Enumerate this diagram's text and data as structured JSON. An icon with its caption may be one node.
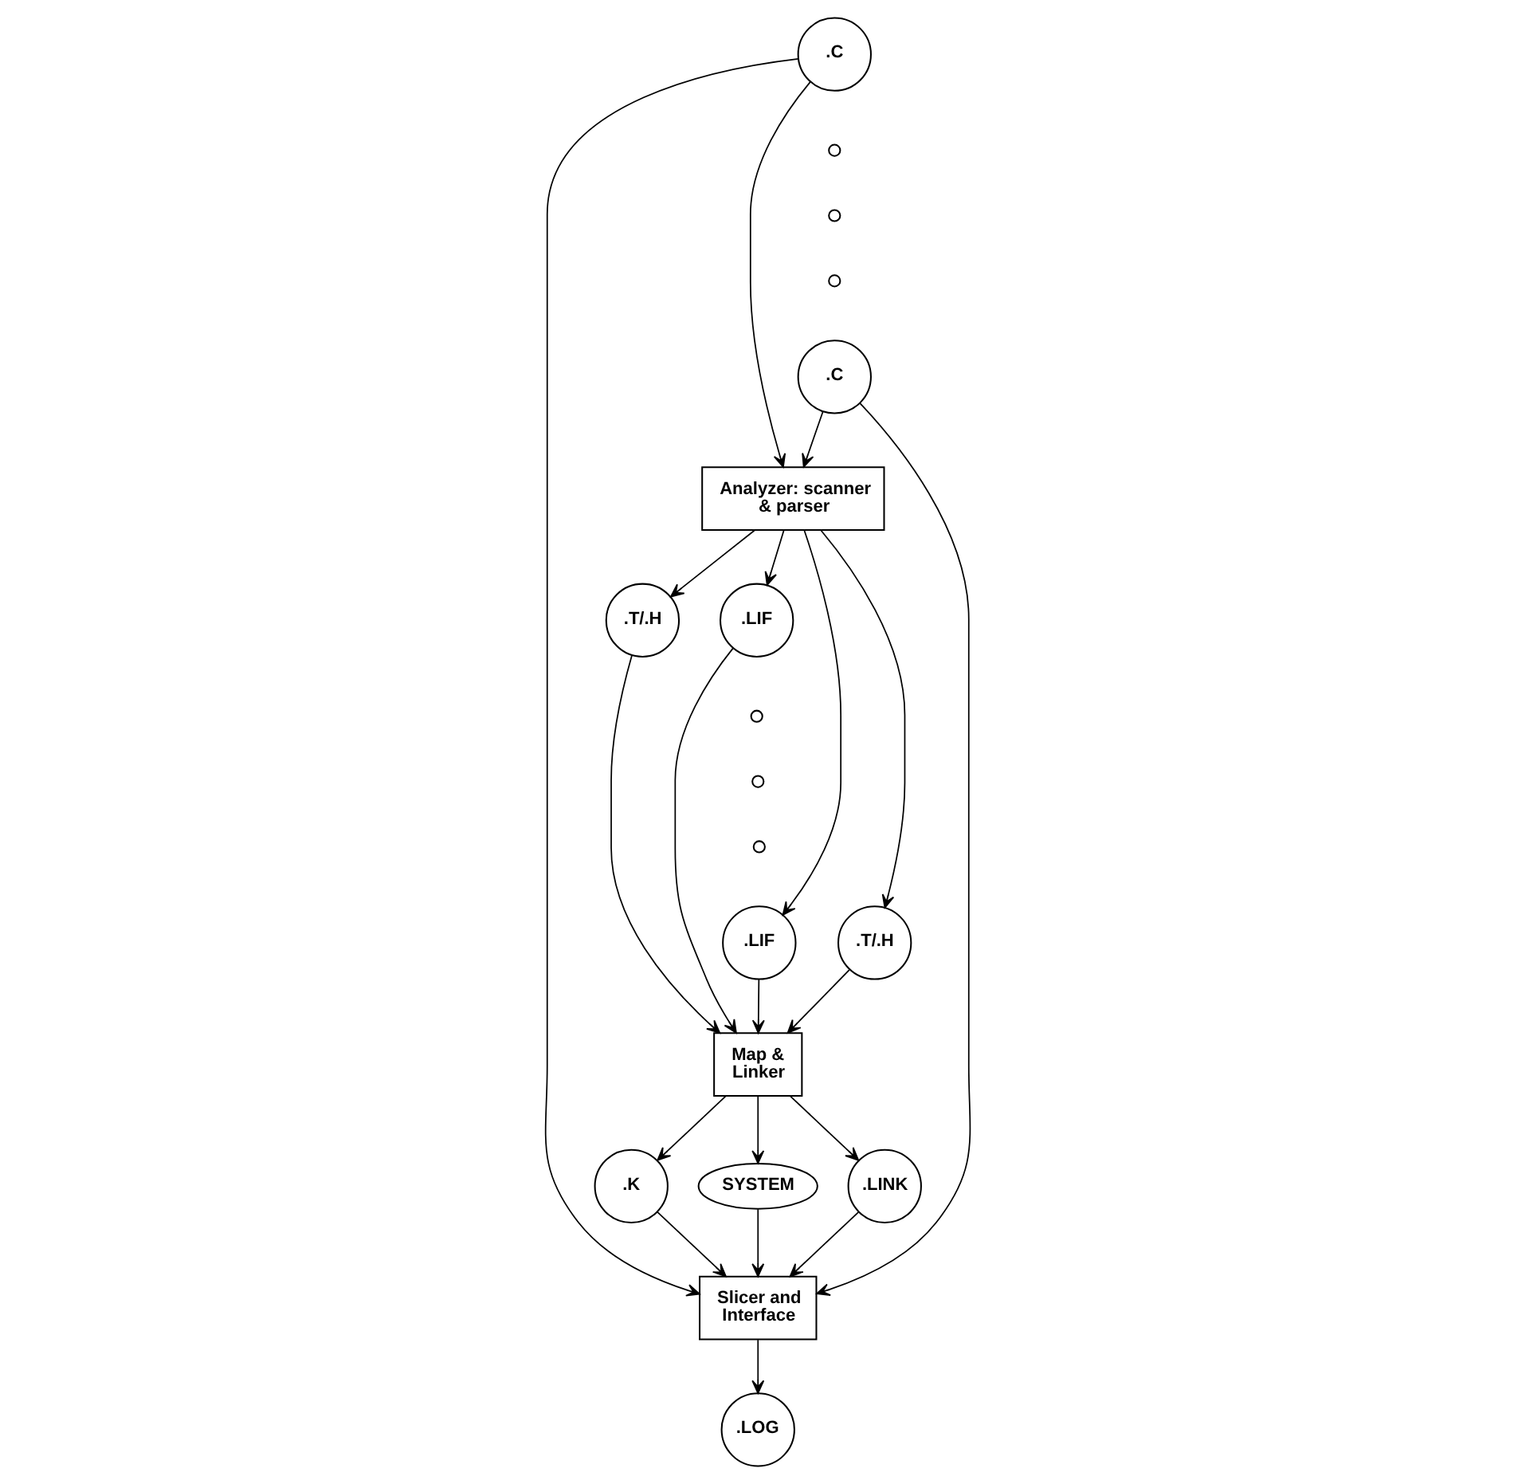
{
  "diagram": {
    "nodes": [
      {
        "text": [
          ".C"
        ]
      },
      {
        "text": [
          ".C"
        ]
      },
      {
        "text": [
          "Analyzer: scanner & parser"
        ]
      },
      {
        "text": [
          ".LIF"
        ]
      },
      {
        "text": [
          ".T/.H"
        ]
      },
      {
        "text": [
          ".LIF"
        ]
      },
      {
        "text": [
          ".T/.H"
        ]
      },
      {
        "text": [
          "Map & Linker"
        ]
      },
      {
        "text": [
          "SYSTEM"
        ]
      },
      {
        "text": [
          ".LINK"
        ]
      },
      {
        "text": [
          ".K"
        ]
      },
      {
        "text": [
          "Slicer and Interface"
        ]
      },
      {
        "text": [
          ".LOG"
        ]
      },
      {
        "text": [],
        "shape": "circle"
      },
      {
        "text": [],
        "shape": "circle"
      },
      {
        "text": [],
        "shape": "circle"
      },
      {
        "text": [],
        "shape": "circle"
      },
      {
        "text": [],
        "shape": "circle"
      },
      {
        "text": [],
        "shape": "circle"
      }
    ],
    "edges": [
      {
        "from": 0,
        "to": 2,
        "arrow": "to"
      },
      {
        "from": 1,
        "to": 2,
        "arrow": "to"
      },
      {
        "from": 0,
        "to": 11,
        "arrow": "to"
      },
      {
        "from": 1,
        "to": 11,
        "arrow": "to"
      },
      {
        "from": 2,
        "to": 3,
        "arrow": "to"
      },
      {
        "from": 2,
        "to": 4,
        "arrow": "to"
      },
      {
        "from": 2,
        "to": 5,
        "arrow": "to"
      },
      {
        "from": 2,
        "to": 6,
        "arrow": "to"
      },
      {
        "from": 3,
        "to": 7,
        "arrow": "to"
      },
      {
        "from": 4,
        "to": 7,
        "arrow": "to"
      },
      {
        "from": 5,
        "to": 7,
        "arrow": "to"
      },
      {
        "from": 6,
        "to": 7,
        "arrow": "to"
      },
      {
        "from": 7,
        "to": 8,
        "arrow": "to"
      },
      {
        "from": 7,
        "to": 9,
        "arrow": "to"
      },
      {
        "from": 7,
        "to": 10,
        "arrow": "to"
      },
      {
        "from": 8,
        "to": 11,
        "arrow": "to"
      },
      {
        "from": 9,
        "to": 11,
        "arrow": "to"
      },
      {
        "from": 10,
        "to": 11,
        "arrow": "to"
      },
      {
        "from": 11,
        "to": 12,
        "arrow": "to"
      }
    ]
  }
}
